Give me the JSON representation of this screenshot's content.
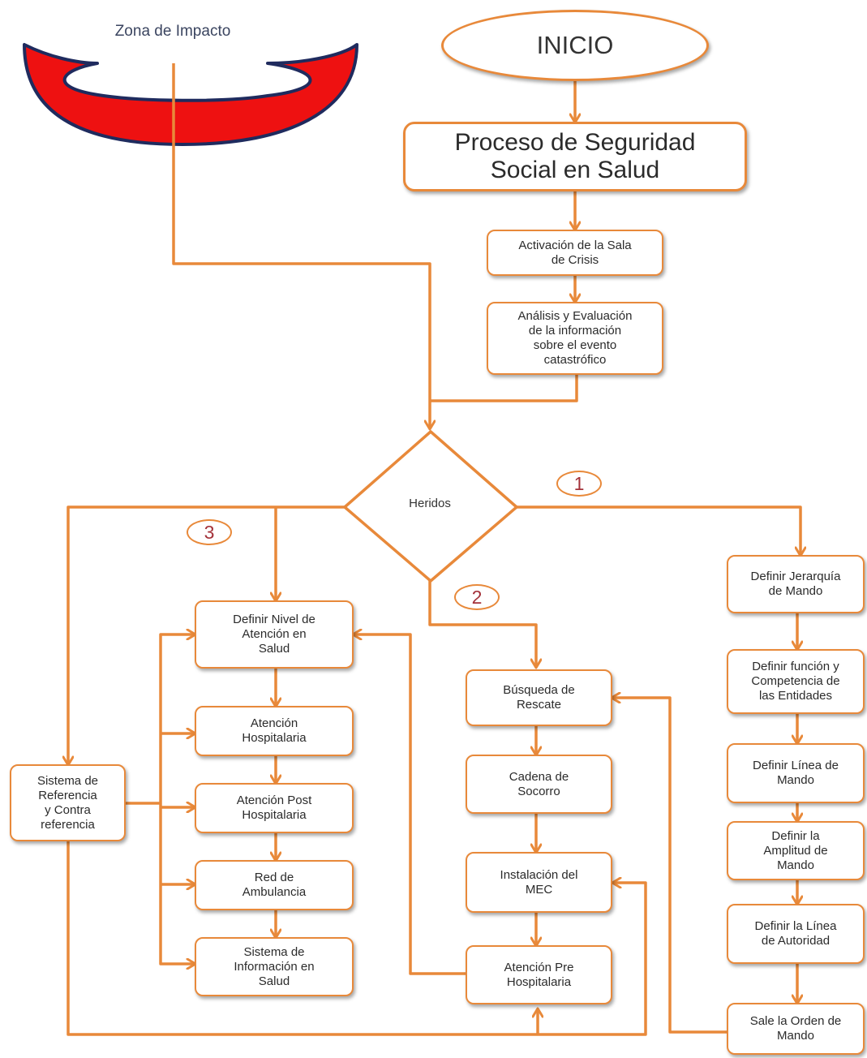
{
  "zona_impacto": "Zona de Impacto",
  "inicio": "INICIO",
  "proceso": "Proceso de Seguridad\nSocial en Salud",
  "activacion": "Activación de la Sala\nde Crisis",
  "analisis": "Análisis y Evaluación\nde la información\nsobre el evento\ncatastrófico",
  "heridos": "Heridos",
  "markers": {
    "m1": "1",
    "m2": "2",
    "m3": "3"
  },
  "branch3": {
    "definir_nivel": "Definir Nivel de\nAtención en\nSalud",
    "atencion_hosp": "Atención\nHospitalaria",
    "atencion_post": "Atención Post\nHospitalaria",
    "red_amb": "Red de\nAmbulancia",
    "sistema_info": "Sistema de\nInformación en\nSalud",
    "sistema_ref": "Sistema de\nReferencia\ny Contra\nreferencia"
  },
  "branch2": {
    "busqueda": "Búsqueda de\nRescate",
    "cadena": "Cadena de\nSocorro",
    "instalacion": "Instalación del\nMEC",
    "atencion_pre": "Atención Pre\nHospitalaria"
  },
  "branch1": {
    "jerarquia": "Definir Jerarquía\nde Mando",
    "funcion": "Definir función y\nCompetencia de\nlas Entidades",
    "linea_mando": "Definir Línea de\nMando",
    "amplitud": "Definir la\nAmplitud de\nMando",
    "linea_autoridad": "Definir la Línea\nde Autoridad",
    "orden": "Sale la Orden de\nMando"
  },
  "colors": {
    "connector": "#E8893A",
    "impact_zone_fill": "#EE1111",
    "impact_zone_stroke": "#1F2B5E",
    "marker_text": "#A4323A"
  }
}
